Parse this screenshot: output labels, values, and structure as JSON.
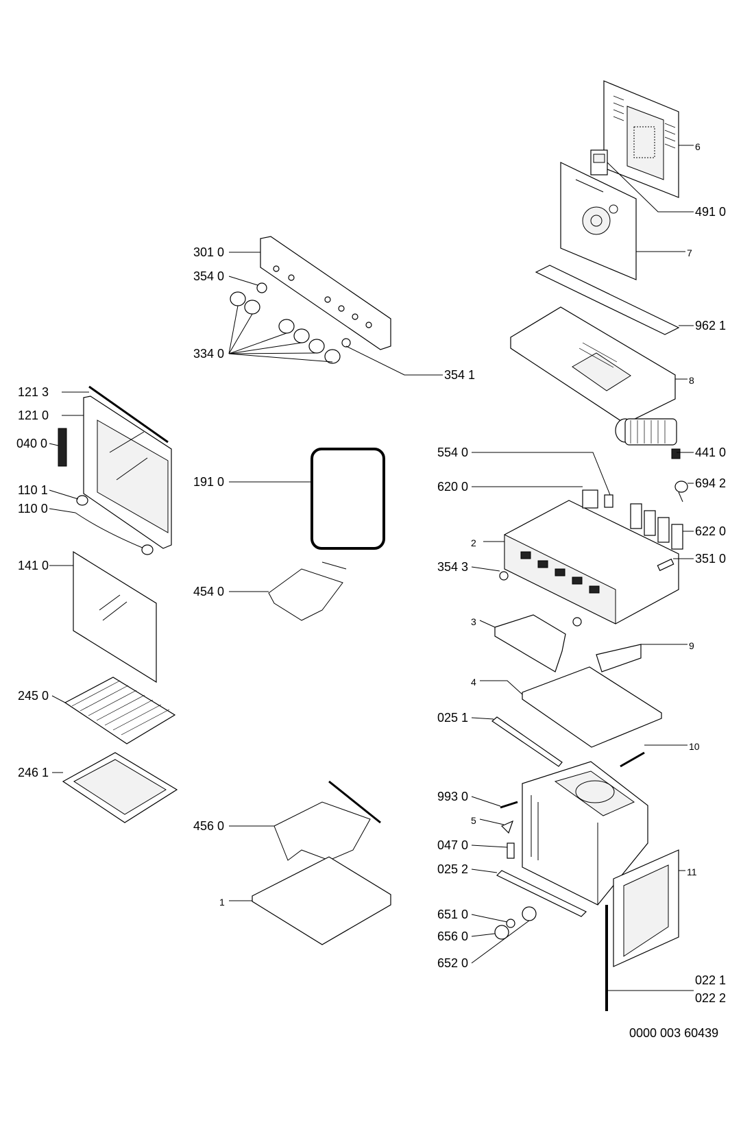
{
  "diagram_code": "0000 003 60439",
  "labels": {
    "l6": "6",
    "l4910": "491 0",
    "l7": "7",
    "l3010": "301 0",
    "l3540": "354 0",
    "l9621": "962 1",
    "l3340": "334 0",
    "l3541": "354 1",
    "l8": "8",
    "l1213": "121 3",
    "l1210": "121 0",
    "l0400": "040 0",
    "l4410": "441 0",
    "l5540": "554 0",
    "l1910": "191 0",
    "l6200": "620 0",
    "l6942": "694 2",
    "l1101": "110 1",
    "l1100": "110 0",
    "l6220": "622 0",
    "l2": "2",
    "l3510": "351 0",
    "l1410": "141 0",
    "l3543": "354 3",
    "l4540": "454 0",
    "l3": "3",
    "l9": "9",
    "l4": "4",
    "l2450": "245 0",
    "l0251": "025 1",
    "l10": "10",
    "l2461": "246 1",
    "l9930": "993 0",
    "l5": "5",
    "l4560": "456 0",
    "l0470": "047 0",
    "l0252": "025 2",
    "l11": "11",
    "l1": "1",
    "l6510": "651 0",
    "l6560": "656 0",
    "l6520": "652 0",
    "l0221": "022 1",
    "l0222": "022 2"
  }
}
